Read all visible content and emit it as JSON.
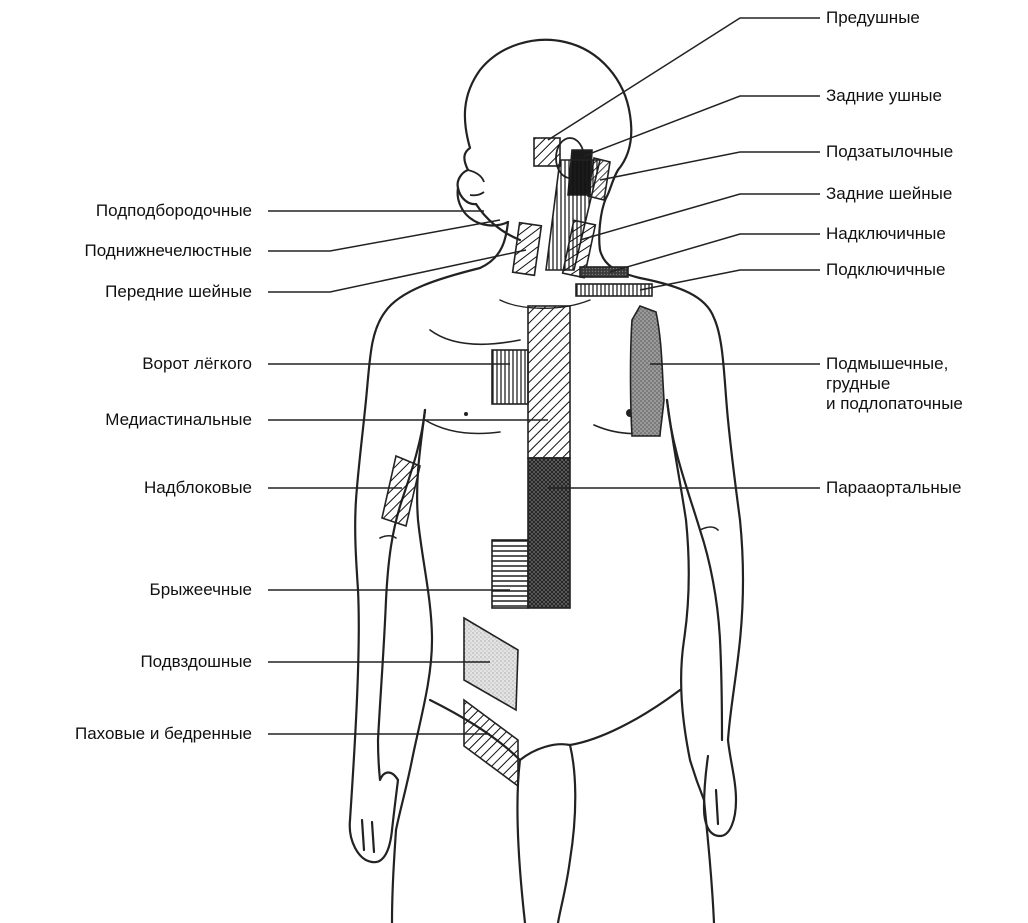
{
  "labels_left": [
    {
      "key": "submental",
      "text": "Подподбородочные"
    },
    {
      "key": "submandibular",
      "text": "Поднижнечелюстные"
    },
    {
      "key": "anterior_cervical",
      "text": "Передние шейные"
    },
    {
      "key": "hilar",
      "text": "Ворот лёгкого"
    },
    {
      "key": "mediastinal",
      "text": "Медиастинальные"
    },
    {
      "key": "supratrochlear",
      "text": "Надблоковые"
    },
    {
      "key": "mesenteric",
      "text": "Брыжеечные"
    },
    {
      "key": "iliac",
      "text": "Подвздошные"
    },
    {
      "key": "inguinal_femoral",
      "text": "Паховые и бедренные"
    }
  ],
  "labels_right": [
    {
      "key": "preauricular",
      "text": "Предушные"
    },
    {
      "key": "posterior_auricular",
      "text": "Задние ушные"
    },
    {
      "key": "occipital",
      "text": "Подзатылочные"
    },
    {
      "key": "posterior_cervical",
      "text": "Задние шейные"
    },
    {
      "key": "supraclavicular",
      "text": "Надключичные"
    },
    {
      "key": "infraclavicular",
      "text": "Подключичные"
    },
    {
      "key": "paraaortic",
      "text": "Парааортальные"
    }
  ],
  "label_axillary": {
    "line1": "Подмышечные,",
    "line2": "грудные",
    "line3": "и подлопаточные"
  }
}
